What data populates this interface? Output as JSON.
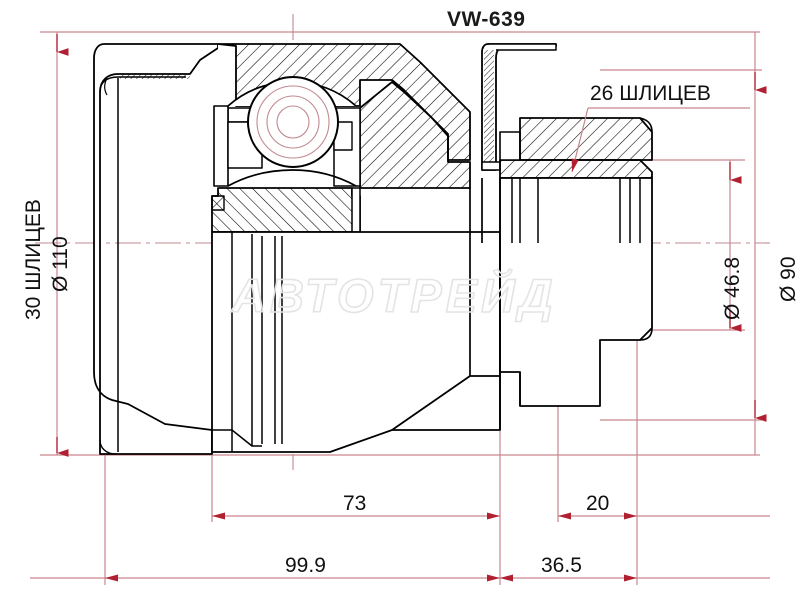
{
  "title": "VW-639",
  "watermark": "Автотрейд",
  "part": {
    "type": "CV joint inner assembly cross-section drawing",
    "name": "VW-639"
  },
  "annotations": {
    "left_splines": "30 ШЛИЦЕВ",
    "left_diameter": "Ø 110",
    "right_splines": "26 ШЛИЦЕВ",
    "inner_diameter": "Ø 46.8",
    "outer_diameter": "Ø 90"
  },
  "dimensions": {
    "len_73": "73",
    "len_20": "20",
    "len_99_9": "99.9",
    "len_36_5": "36.5"
  },
  "colors": {
    "dimension_line": "#c9868f",
    "arrow": "#b02030",
    "outline": "#000000",
    "text": "#111111",
    "title": "#1a1a1a",
    "watermark": "#e9e9e9",
    "centerline": "#c08a90"
  },
  "chart_data": {
    "type": "table",
    "title": "VW-639",
    "rows": [
      {
        "label": "30 ШЛИЦЕВ",
        "value": "Ø 110",
        "position": "left"
      },
      {
        "label": "26 ШЛИЦЕВ",
        "value": "",
        "position": "right-top"
      },
      {
        "label": "Ø 46.8",
        "value": "46.8",
        "position": "right"
      },
      {
        "label": "Ø 90",
        "value": "90",
        "position": "far-right"
      },
      {
        "label": "73",
        "value": "73",
        "position": "bottom"
      },
      {
        "label": "20",
        "value": "20",
        "position": "bottom-right"
      },
      {
        "label": "99.9",
        "value": "99.9",
        "position": "bottom"
      },
      {
        "label": "36.5",
        "value": "36.5",
        "position": "bottom-right"
      }
    ]
  }
}
